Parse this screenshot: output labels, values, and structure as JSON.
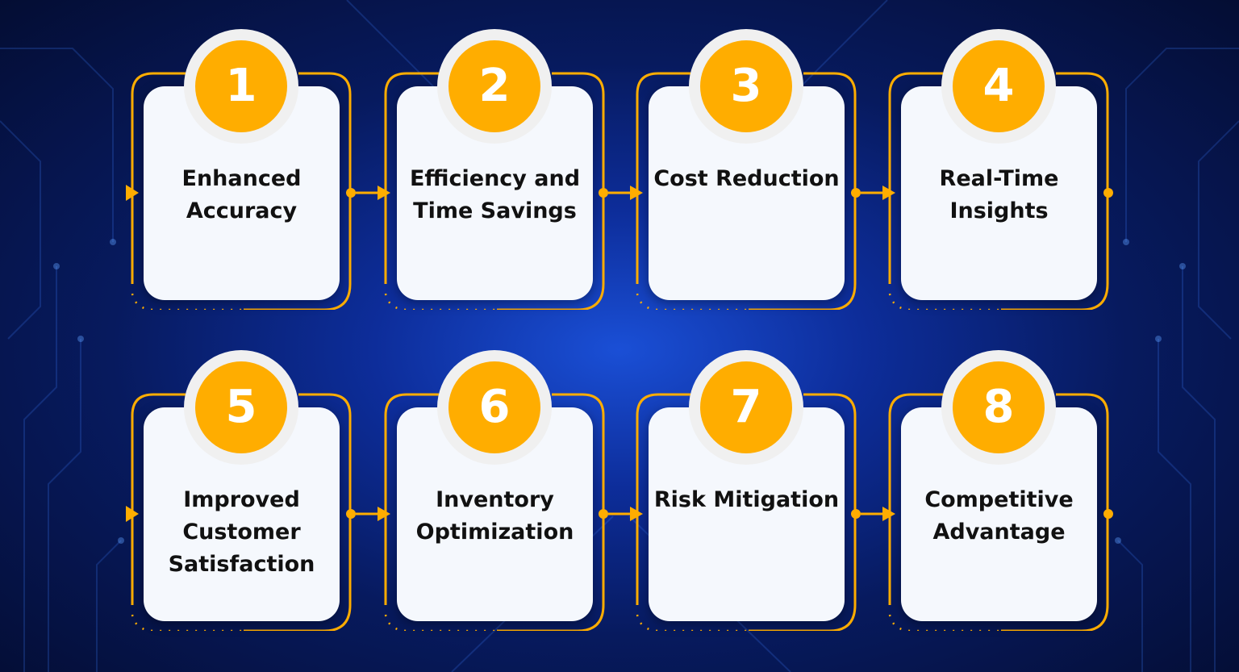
{
  "colors": {
    "accent": "#ffad00",
    "card": "#f5f8fd",
    "text": "#111111",
    "background": "#0b2a8f"
  },
  "steps": [
    {
      "number": "1",
      "label": "Enhanced Accuracy"
    },
    {
      "number": "2",
      "label": "Efficiency and Time Savings"
    },
    {
      "number": "3",
      "label": "Cost Reduction"
    },
    {
      "number": "4",
      "label": "Real-Time Insights"
    },
    {
      "number": "5",
      "label": "Improved Customer Satisfaction"
    },
    {
      "number": "6",
      "label": "Inventory Optimization"
    },
    {
      "number": "7",
      "label": "Risk Mitigation"
    },
    {
      "number": "8",
      "label": "Competitive Advantage"
    }
  ]
}
